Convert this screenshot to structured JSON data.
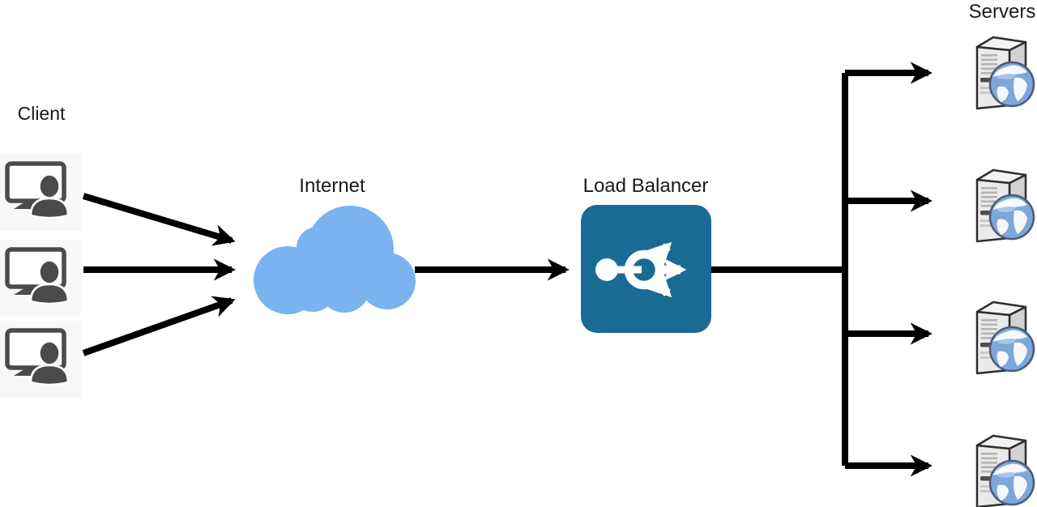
{
  "diagram": {
    "labels": {
      "client": "Client",
      "internet": "Internet",
      "load_balancer": "Load Balancer",
      "servers": "Servers"
    },
    "node_counts": {
      "clients": 3,
      "servers": 4
    },
    "colors": {
      "canvas_bg": "#ffffff",
      "arrow": "#000000",
      "cloud": "#7ab3f0",
      "load_balancer_fill": "#1a6b94",
      "client_icon": "#4a4a4a",
      "label_text": "#1a1a1a"
    },
    "connections": [
      "client-1 → internet",
      "client-2 → internet",
      "client-3 → internet",
      "internet → load-balancer",
      "load-balancer → server-1",
      "load-balancer → server-2",
      "load-balancer → server-3",
      "load-balancer → server-4"
    ]
  }
}
